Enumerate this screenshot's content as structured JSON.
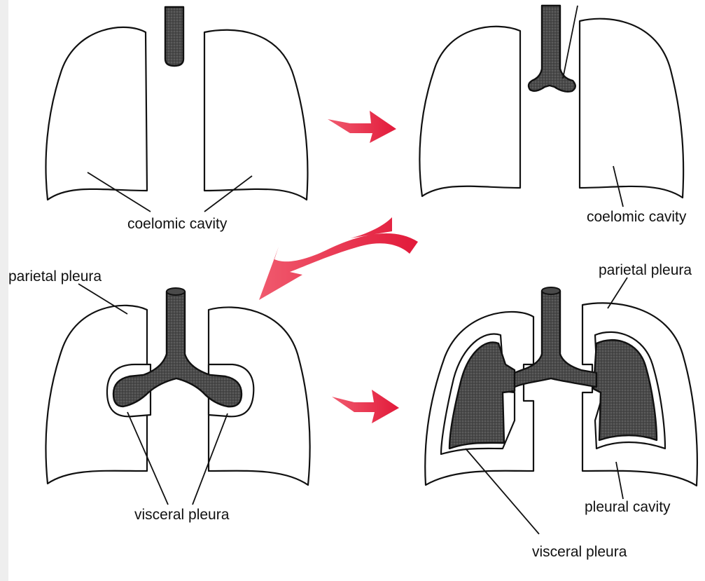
{
  "colors": {
    "arrow": "#e8253f",
    "tissue_dark": "#4a4a4a",
    "outline": "#111111",
    "background": "#ffffff"
  },
  "stage1": {
    "label": "coelomic cavity"
  },
  "stage2": {
    "label": "coelomic cavity"
  },
  "stage3": {
    "parietal_label": "parietal pleura",
    "visceral_label": "visceral pleura"
  },
  "stage4": {
    "parietal_label": "parietal pleura",
    "pleural_cavity_label": "pleural cavity",
    "visceral_label": "visceral pleura"
  },
  "arrows": [
    "arrow-right-top",
    "arrow-curved-down-left",
    "arrow-right-bottom"
  ]
}
